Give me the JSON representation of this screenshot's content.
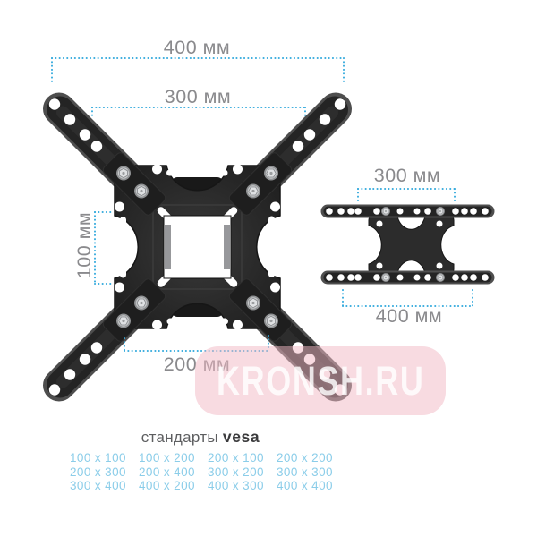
{
  "product": {
    "main_view": {
      "dim_top": "400 мм",
      "dim_mid": "300 мм",
      "dim_left": "100 мм",
      "dim_bottom": "200 мм"
    },
    "side_view": {
      "dim_top": "300 мм",
      "dim_bottom": "400 мм"
    }
  },
  "watermark": {
    "text": "KRONSH.RU"
  },
  "vesa": {
    "title_prefix": "стандарты",
    "title_brand": "vesa",
    "sizes": [
      "100 x 100",
      "100 x 200",
      "200 x 100",
      "200 x 200",
      "200 x 300",
      "200 x 400",
      "300 x 200",
      "300 x 300",
      "300 x 400",
      "400 x 200",
      "400 x 300",
      "400 x 400"
    ]
  },
  "colors": {
    "accent_cyan": "#35aadd",
    "vesa_blue": "#8bcde9",
    "dim_text_gray": "#8a8a8d",
    "watermark_pink": "#f2b7c4",
    "bracket_black": "#242424"
  }
}
